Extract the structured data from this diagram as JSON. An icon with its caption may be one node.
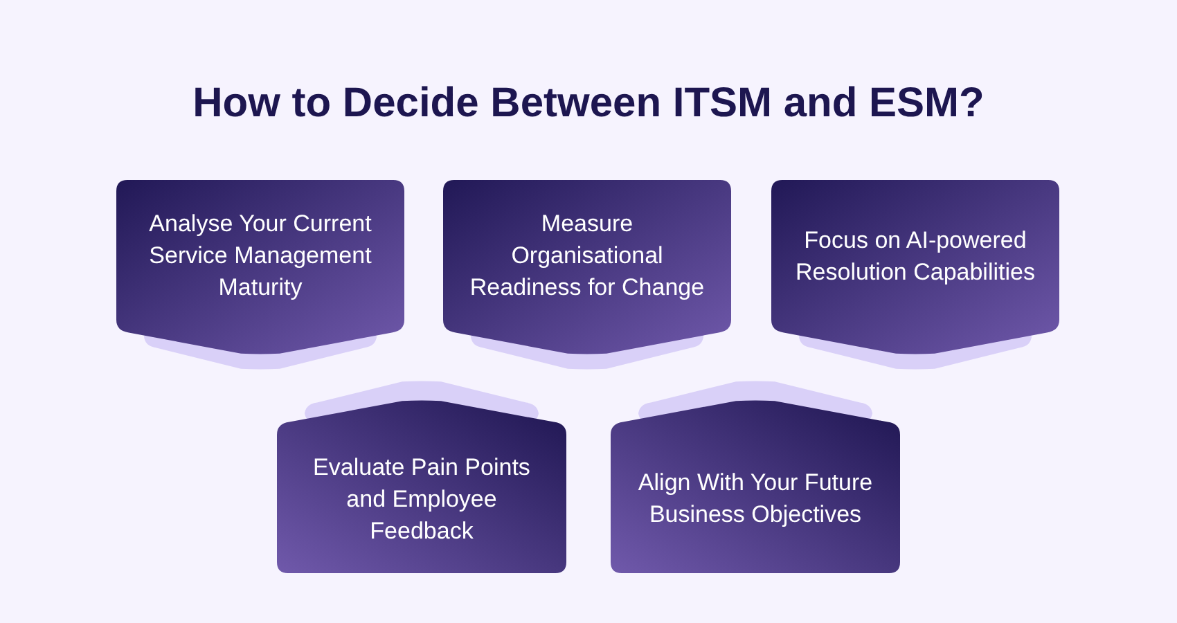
{
  "diagram": {
    "title": "How to Decide Between ITSM and ESM?",
    "nodes": [
      {
        "text": [
          "Analyse Your Current Service Management Maturity"
        ]
      },
      {
        "text": [
          "Measure Organisational Readiness for Change"
        ]
      },
      {
        "text": [
          "Focus on AI-powered Resolution Capabilities"
        ]
      },
      {
        "text": [
          "Evaluate Pain Points and Employee Feedback"
        ]
      },
      {
        "text": [
          "Align With Your Future Business Objectives"
        ]
      }
    ],
    "edges": []
  }
}
